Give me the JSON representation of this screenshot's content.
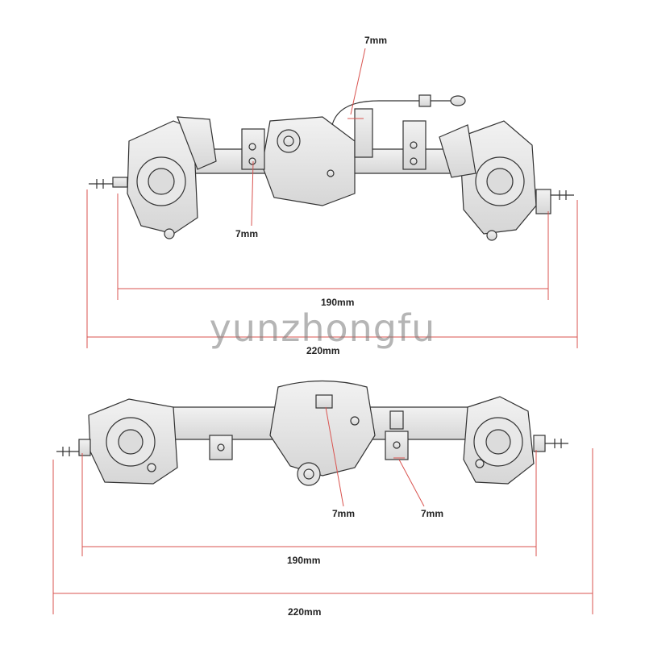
{
  "watermark": "yunzhongfu",
  "accent_color": "#d9534f",
  "front_axle": {
    "labels": {
      "top_bracket": "7mm",
      "link_mount": "7mm",
      "inner_width": "190mm",
      "outer_width": "220mm"
    }
  },
  "rear_axle": {
    "labels": {
      "diff_mount": "7mm",
      "link_mount": "7mm",
      "inner_width": "190mm",
      "outer_width": "220mm"
    }
  }
}
